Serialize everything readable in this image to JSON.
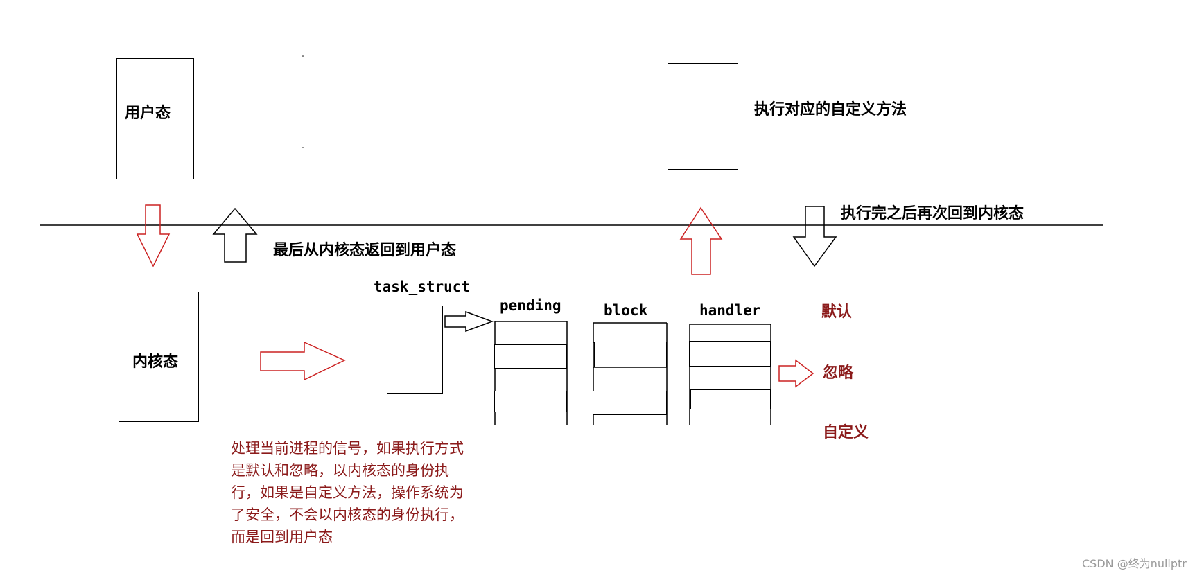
{
  "user_mode_label": "用户态",
  "kernel_mode_label": "内核态",
  "exec_custom_label": "执行对应的自定义方法",
  "return_to_kernel_label": "执行完之后再次回到内核态",
  "return_to_user_label": "最后从内核态返回到用户态",
  "task_struct_label": "task_struct",
  "pending_label": "pending",
  "block_label": "block",
  "handler_label": "handler",
  "handler_options": [
    "默认",
    "忽略",
    "自定义"
  ],
  "explanation_lines": [
    "处理当前进程的信号，如果执行方式",
    "是默认和忽略，以内核态的身份执",
    "行，如果是自定义方法，操作系统为",
    "了安全，不会以内核态的身份执行，",
    "而是回到用户态"
  ],
  "watermark": "CSDN @终为nullptr",
  "colors": {
    "line": "#000000",
    "accent_red": "#cc2222",
    "text_red": "#8b1a1a"
  }
}
